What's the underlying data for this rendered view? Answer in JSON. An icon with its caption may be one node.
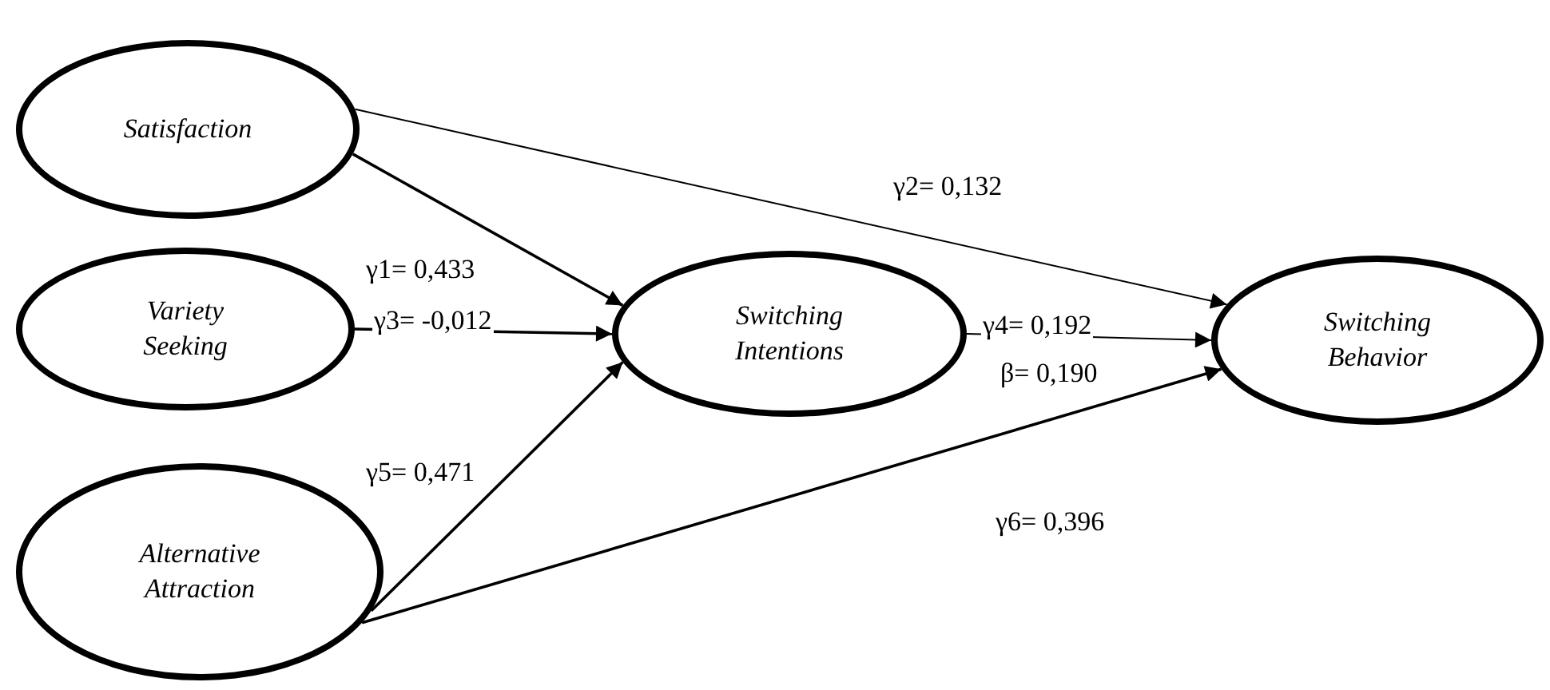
{
  "diagram": {
    "nodes": [
      {
        "text": [
          "Satisfaction"
        ]
      },
      {
        "text": [
          "Variety Seeking"
        ]
      },
      {
        "text": [
          "Alternative Attraction"
        ]
      },
      {
        "text": [
          "Switching Intentions"
        ]
      },
      {
        "text": [
          "Switching Behavior"
        ]
      }
    ],
    "edges": [
      {
        "from": 0,
        "to": 3,
        "arrow": "to",
        "label": "γ1= 0,433"
      },
      {
        "from": 0,
        "to": 4,
        "arrow": "to",
        "label": "γ2= 0,132"
      },
      {
        "from": 1,
        "to": 3,
        "arrow": "to",
        "label": "γ3= -0,012"
      },
      {
        "from": 2,
        "to": 3,
        "arrow": "to",
        "label": "γ5= 0,471"
      },
      {
        "from": 3,
        "to": 4,
        "arrow": "to",
        "label": "γ4= 0,192"
      },
      {
        "from": 2,
        "to": 4,
        "arrow": "to",
        "label": "γ6= 0,396"
      }
    ],
    "labels": [
      "β= 0,190"
    ]
  }
}
